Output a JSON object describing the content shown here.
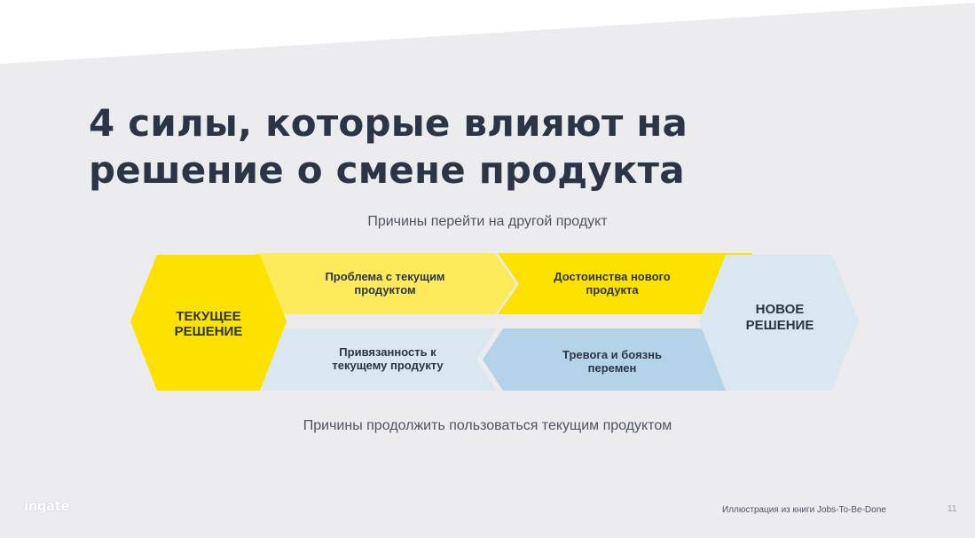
{
  "title": {
    "line1": "4 силы, которые влияют на",
    "line2": "решение о смене продукта"
  },
  "captions": {
    "top": "Причины перейти на другой продукт",
    "bottom": "Причины продолжить пользоваться текущим продуктом"
  },
  "diagram": {
    "current": {
      "line1": "ТЕКУЩЕЕ",
      "line2": "РЕШЕНИЕ"
    },
    "new": {
      "line1": "НОВОЕ",
      "line2": "РЕШЕНИЕ"
    },
    "push": {
      "line1": "Проблема с текущим",
      "line2": "продуктом"
    },
    "pull": {
      "line1": "Достоинства нового",
      "line2": "продукта"
    },
    "habit": {
      "line1": "Привязанность к",
      "line2": "текущему продукту"
    },
    "anxiety": {
      "line1": "Тревога и боязнь",
      "line2": "перемен"
    }
  },
  "footer": {
    "logo": "ingate",
    "note": "Иллюстрация из книги Jobs-To-Be-Done",
    "page_number": "11"
  },
  "colors": {
    "background": "#ececee",
    "top_wedge": "#ffffff",
    "yellow_strong": "#fde200",
    "yellow_light": "#fdeb5c",
    "blue_light": "#d9e7f1",
    "blue_medium": "#b4d3e8",
    "text_dark": "#2c3546"
  }
}
